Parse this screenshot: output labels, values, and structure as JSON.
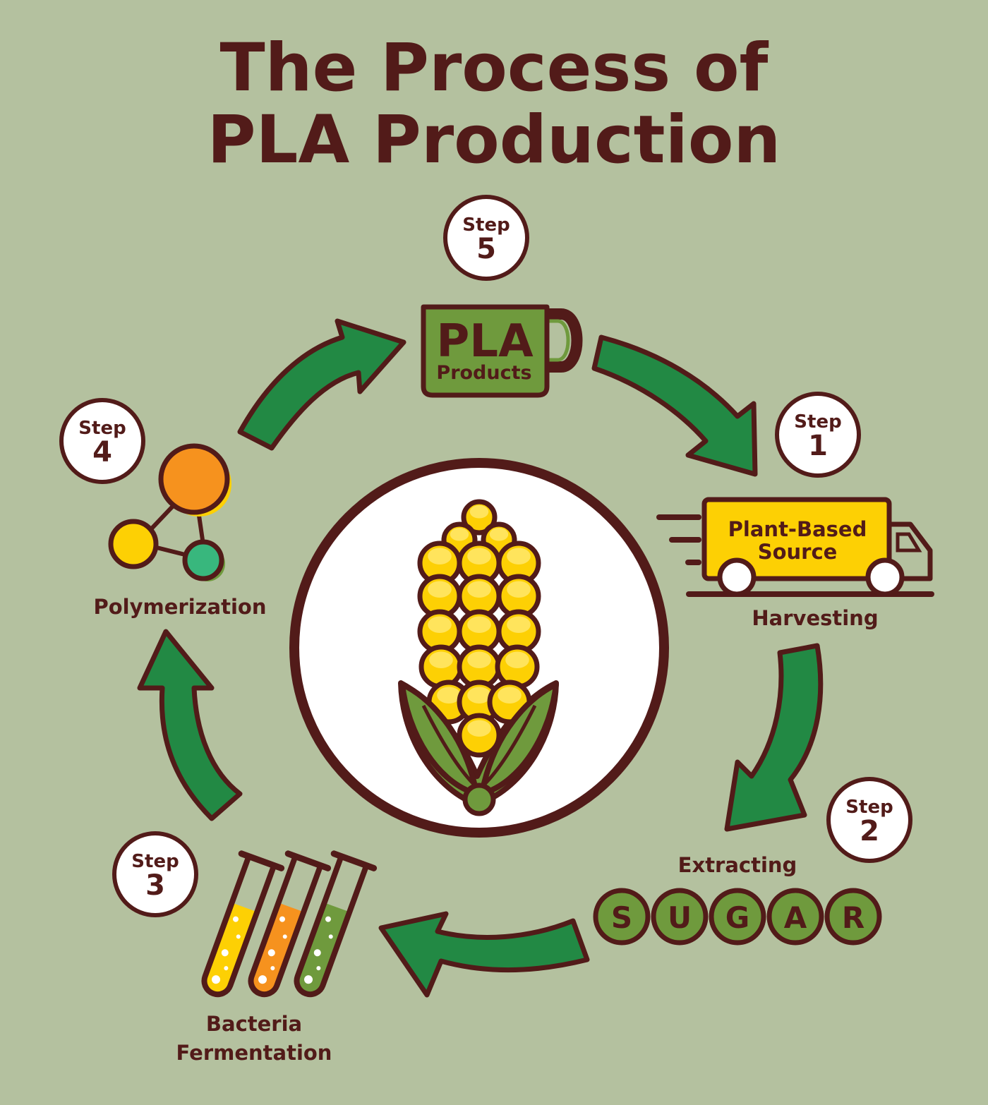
{
  "title": {
    "line1": "The Process of",
    "line2": "PLA Production"
  },
  "steps": [
    {
      "word": "Step",
      "number": "5"
    },
    {
      "word": "Step",
      "number": "1"
    },
    {
      "word": "Step",
      "number": "2"
    },
    {
      "word": "Step",
      "number": "3"
    },
    {
      "word": "Step",
      "number": "4"
    }
  ],
  "labels": {
    "harvesting": "Harvesting",
    "extracting": "Extracting",
    "bacteria_line1": "Bacteria",
    "bacteria_line2": "Fermentation",
    "polymerization": "Polymerization"
  },
  "mug": {
    "big": "PLA",
    "small": "Products"
  },
  "truck": {
    "line1": "Plant-Based",
    "line2": "Source"
  },
  "sugar_letters": [
    "S",
    "U",
    "G",
    "A",
    "R"
  ],
  "colors": {
    "background": "#b4c19f",
    "outline": "#521b19",
    "arrow": "#228944",
    "leaf": "#6f9a3d",
    "corn": "#fdd004",
    "orange": "#f6921e",
    "teal": "#38b77d"
  }
}
